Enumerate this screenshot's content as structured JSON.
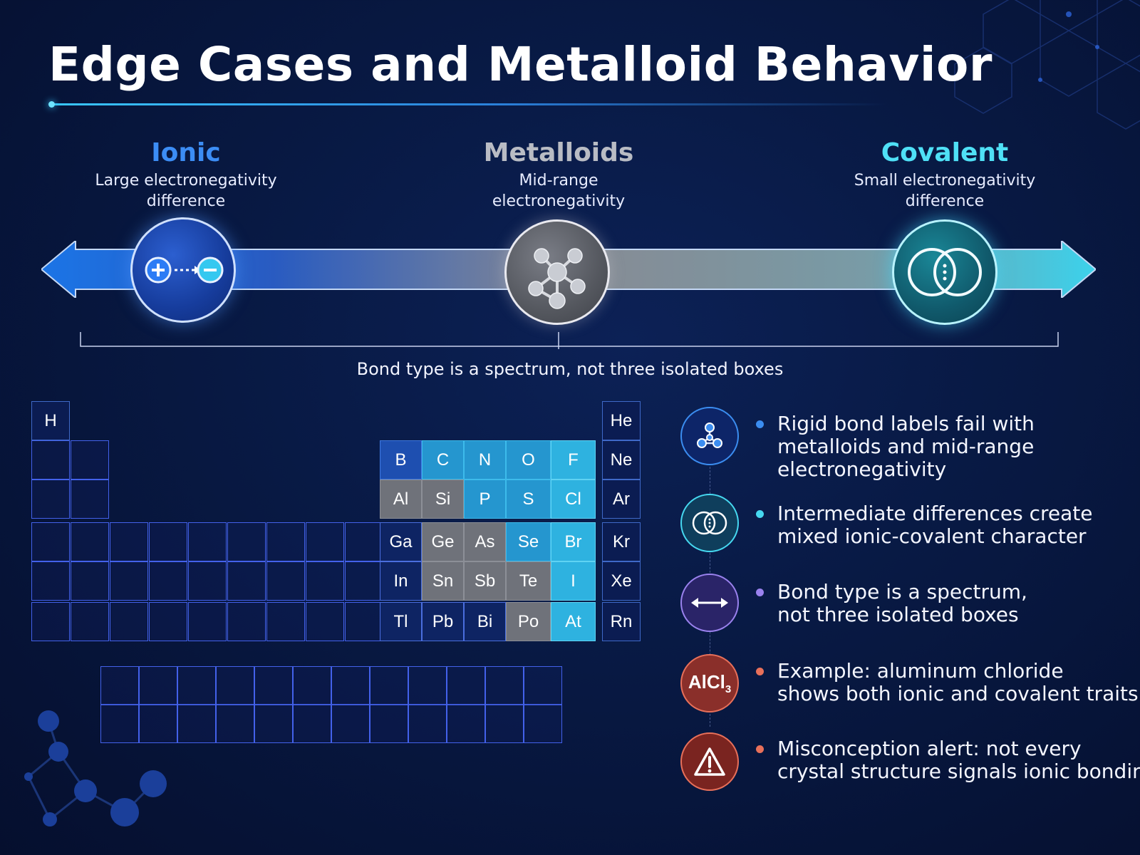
{
  "title": "Edge Cases and Metalloid Behavior",
  "spectrum": {
    "ionic": {
      "title": "Ionic",
      "sub": [
        "Large electronegativity",
        "difference"
      ],
      "color": "#3c8df5"
    },
    "metalloids": {
      "title": "Metalloids",
      "sub": [
        "Mid-range",
        "electronegativity"
      ],
      "color": "#b9bcc4"
    },
    "covalent": {
      "title": "Covalent",
      "sub": [
        "Small electronegativity",
        "difference"
      ],
      "color": "#4fe0f6"
    },
    "caption": "Bond type is a spectrum, not three isolated boxes"
  },
  "periodic_table": {
    "H": "H",
    "He": "He",
    "B": "B",
    "C": "C",
    "N": "N",
    "O": "O",
    "F": "F",
    "Ne": "Ne",
    "Al": "Al",
    "Si": "Si",
    "P": "P",
    "S": "S",
    "Cl": "Cl",
    "Ar": "Ar",
    "Ga": "Ga",
    "Ge": "Ge",
    "As": "As",
    "Se": "Se",
    "Br": "Br",
    "Kr": "Kr",
    "In": "In",
    "Sn": "Sn",
    "Sb": "Sb",
    "Te": "Te",
    "I": "I",
    "Xe": "Xe",
    "Tl": "Tl",
    "Pb": "Pb",
    "Bi": "Bi",
    "Po": "Po",
    "At": "At",
    "Rn": "Rn"
  },
  "points": [
    {
      "icon": "molecule-icon",
      "color": "#3b8df0",
      "lines": [
        "Rigid bond labels fail with",
        "metalloids and mid-range",
        "electronegativity"
      ]
    },
    {
      "icon": "overlap-circles-icon",
      "color": "#46d8f0",
      "lines": [
        "Intermediate differences create",
        "mixed ionic-covalent character"
      ]
    },
    {
      "icon": "double-arrow-icon",
      "color": "#9a82ee",
      "lines": [
        "Bond type is a spectrum,",
        "not three isolated boxes"
      ]
    },
    {
      "icon": "alcl3-formula-icon",
      "color": "#e8705a",
      "formula": "AlCl",
      "formula_sub": "3",
      "lines": [
        "Example: aluminum chloride",
        "shows both ionic and covalent traits"
      ]
    },
    {
      "icon": "warning-icon",
      "color": "#e8705a",
      "lines": [
        "Misconception alert: not every",
        "crystal structure signals ionic bonding"
      ]
    }
  ]
}
